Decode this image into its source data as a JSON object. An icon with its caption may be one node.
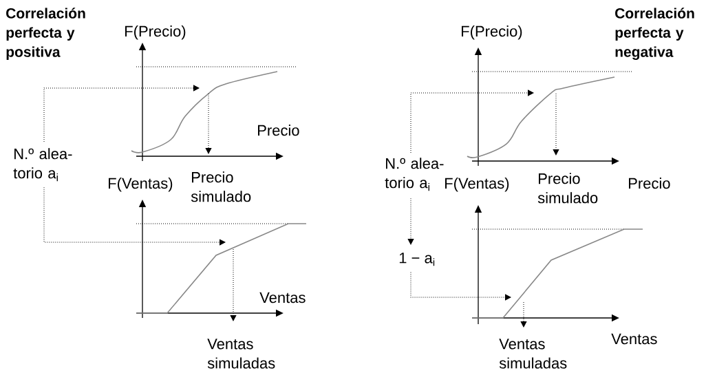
{
  "diagram": {
    "nodes": [
      {
        "text": [
          "N.º alea-torio a$_{i}$"
        ]
      },
      {
        "text": [
          "Precio simulado"
        ]
      },
      {
        "text": [
          "Ventas simuladas"
        ]
      },
      {
        "text": [
          "N.º alea-torio a$_{i}$"
        ]
      },
      {
        "text": [
          "1 − a$_{i}$"
        ]
      },
      {
        "text": [
          "Precio simulado"
        ]
      },
      {
        "text": [
          "Ventas simuladas"
        ]
      }
    ],
    "edges": [
      {
        "from": 0,
        "to": null,
        "arrow": "to"
      },
      {
        "from": 0,
        "to": null,
        "arrow": "to"
      },
      {
        "from": null,
        "to": 1,
        "arrow": "to"
      },
      {
        "from": null,
        "to": 2,
        "arrow": "to"
      },
      {
        "from": 3,
        "to": null,
        "arrow": "to"
      },
      {
        "from": 3,
        "to": 4,
        "arrow": "to"
      },
      {
        "from": 4,
        "to": null,
        "arrow": "to"
      },
      {
        "from": null,
        "to": 5,
        "arrow": "to"
      },
      {
        "from": null,
        "to": 6,
        "arrow": "to"
      }
    ],
    "labels": [
      "Correlación perfecta y positiva",
      "F(Precio)",
      "Precio",
      "F(Ventas)",
      "Ventas",
      "Correlación perfecta y negativa",
      "F(Precio)",
      "F(Ventas)",
      "Precio",
      "Ventas"
    ]
  }
}
